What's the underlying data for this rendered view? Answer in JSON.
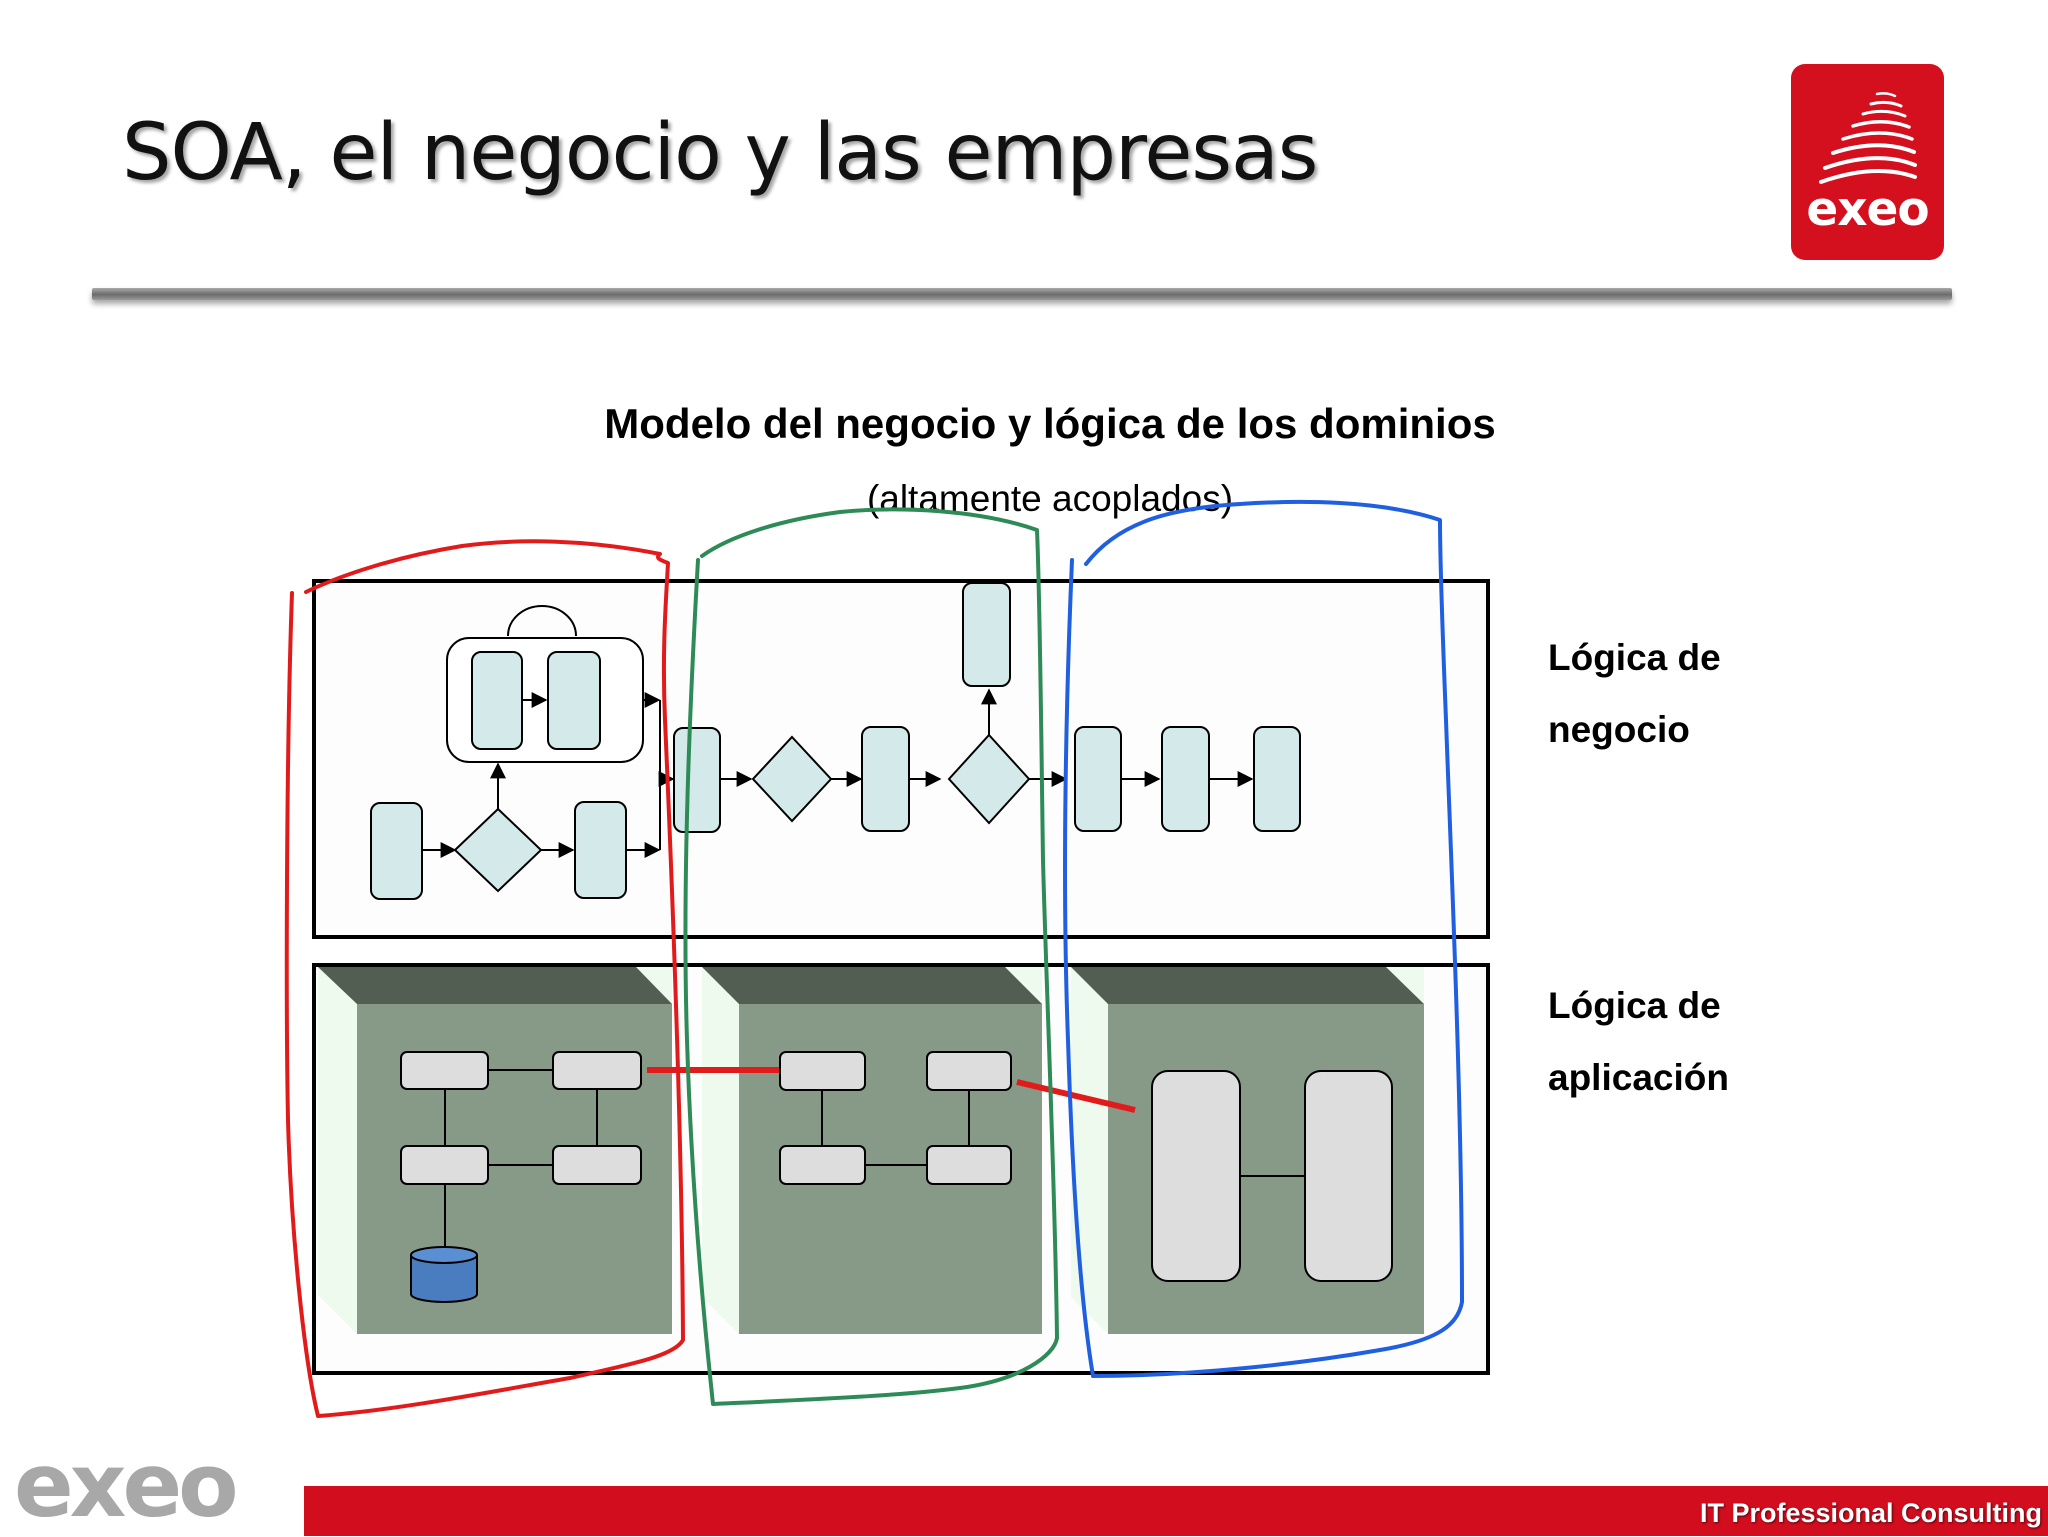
{
  "slide": {
    "title": "SOA, el negocio y las empresas"
  },
  "brand": {
    "logo_text": "exeo",
    "footer_logo_text": "exeo",
    "footer_tagline": "IT Professional Consulting",
    "accent": "#d4101f"
  },
  "diagram": {
    "heading": "Modelo del negocio y lógica de los dominios",
    "subheading": "(altamente acoplados)",
    "layers": {
      "business": {
        "line1": "Lógica de",
        "line2": "negocio"
      },
      "application": {
        "line1": "Lógica de",
        "line2": "aplicación"
      }
    },
    "domain_outlines": [
      {
        "name": "domain-1",
        "color": "#e11b1b"
      },
      {
        "name": "domain-2",
        "color": "#2e8b57"
      },
      {
        "name": "domain-3",
        "color": "#1f5fe0"
      }
    ],
    "colors": {
      "process_box": "#d4eaea",
      "app_block_face": "#879987",
      "app_block_top": "#515e51",
      "app_block_side": "#eefaee",
      "component": "#dddddd",
      "database": "#4a7cc0",
      "coupling": "#e11b1b"
    }
  }
}
